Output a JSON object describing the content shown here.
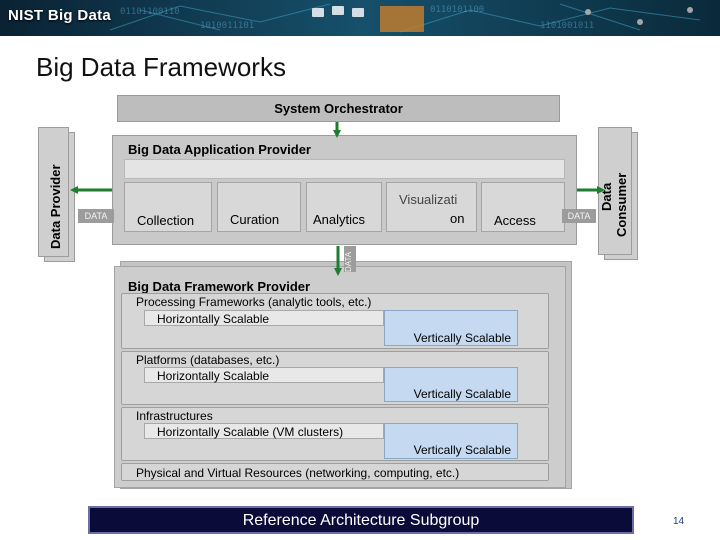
{
  "header": {
    "brand": "NIST Big Data"
  },
  "slide": {
    "title": "Big Data Frameworks",
    "page_number": "14"
  },
  "system_orchestrator": {
    "label": "System Orchestrator"
  },
  "data_provider": {
    "label": "Data Provider",
    "data_tag": "DATA"
  },
  "data_consumer": {
    "label_line1": "Data",
    "label_line2": "Consumer",
    "data_tag": "DATA"
  },
  "application_provider": {
    "label": "Big Data Application Provider",
    "steps": [
      "Collection",
      "Curation",
      "Analytics",
      "on",
      "Access"
    ],
    "clipped_label": "Visualizati",
    "vertical_tag": "DATA"
  },
  "framework_provider": {
    "label": "Big Data Framework Provider",
    "processing": {
      "label": "Processing Frameworks (analytic tools, etc.)",
      "horizontal": "Horizontally Scalable",
      "vertical": "Vertically Scalable"
    },
    "platforms": {
      "label": "Platforms (databases, etc.)",
      "horizontal": "Horizontally Scalable",
      "vertical": "Vertically Scalable"
    },
    "infrastructures": {
      "label": "Infrastructures",
      "horizontal": "Horizontally Scalable (VM clusters)",
      "vertical": "Vertically Scalable"
    },
    "physical": {
      "label": "Physical and Virtual Resources (networking, computing, etc.)"
    }
  },
  "footer": {
    "label": "Reference Architecture Subgroup"
  },
  "colors": {
    "banner": "#0d2a3f",
    "arrow": "#1e7d2e",
    "vertical_scale": "#c5d9f0",
    "footer": "#0b0b3a"
  }
}
